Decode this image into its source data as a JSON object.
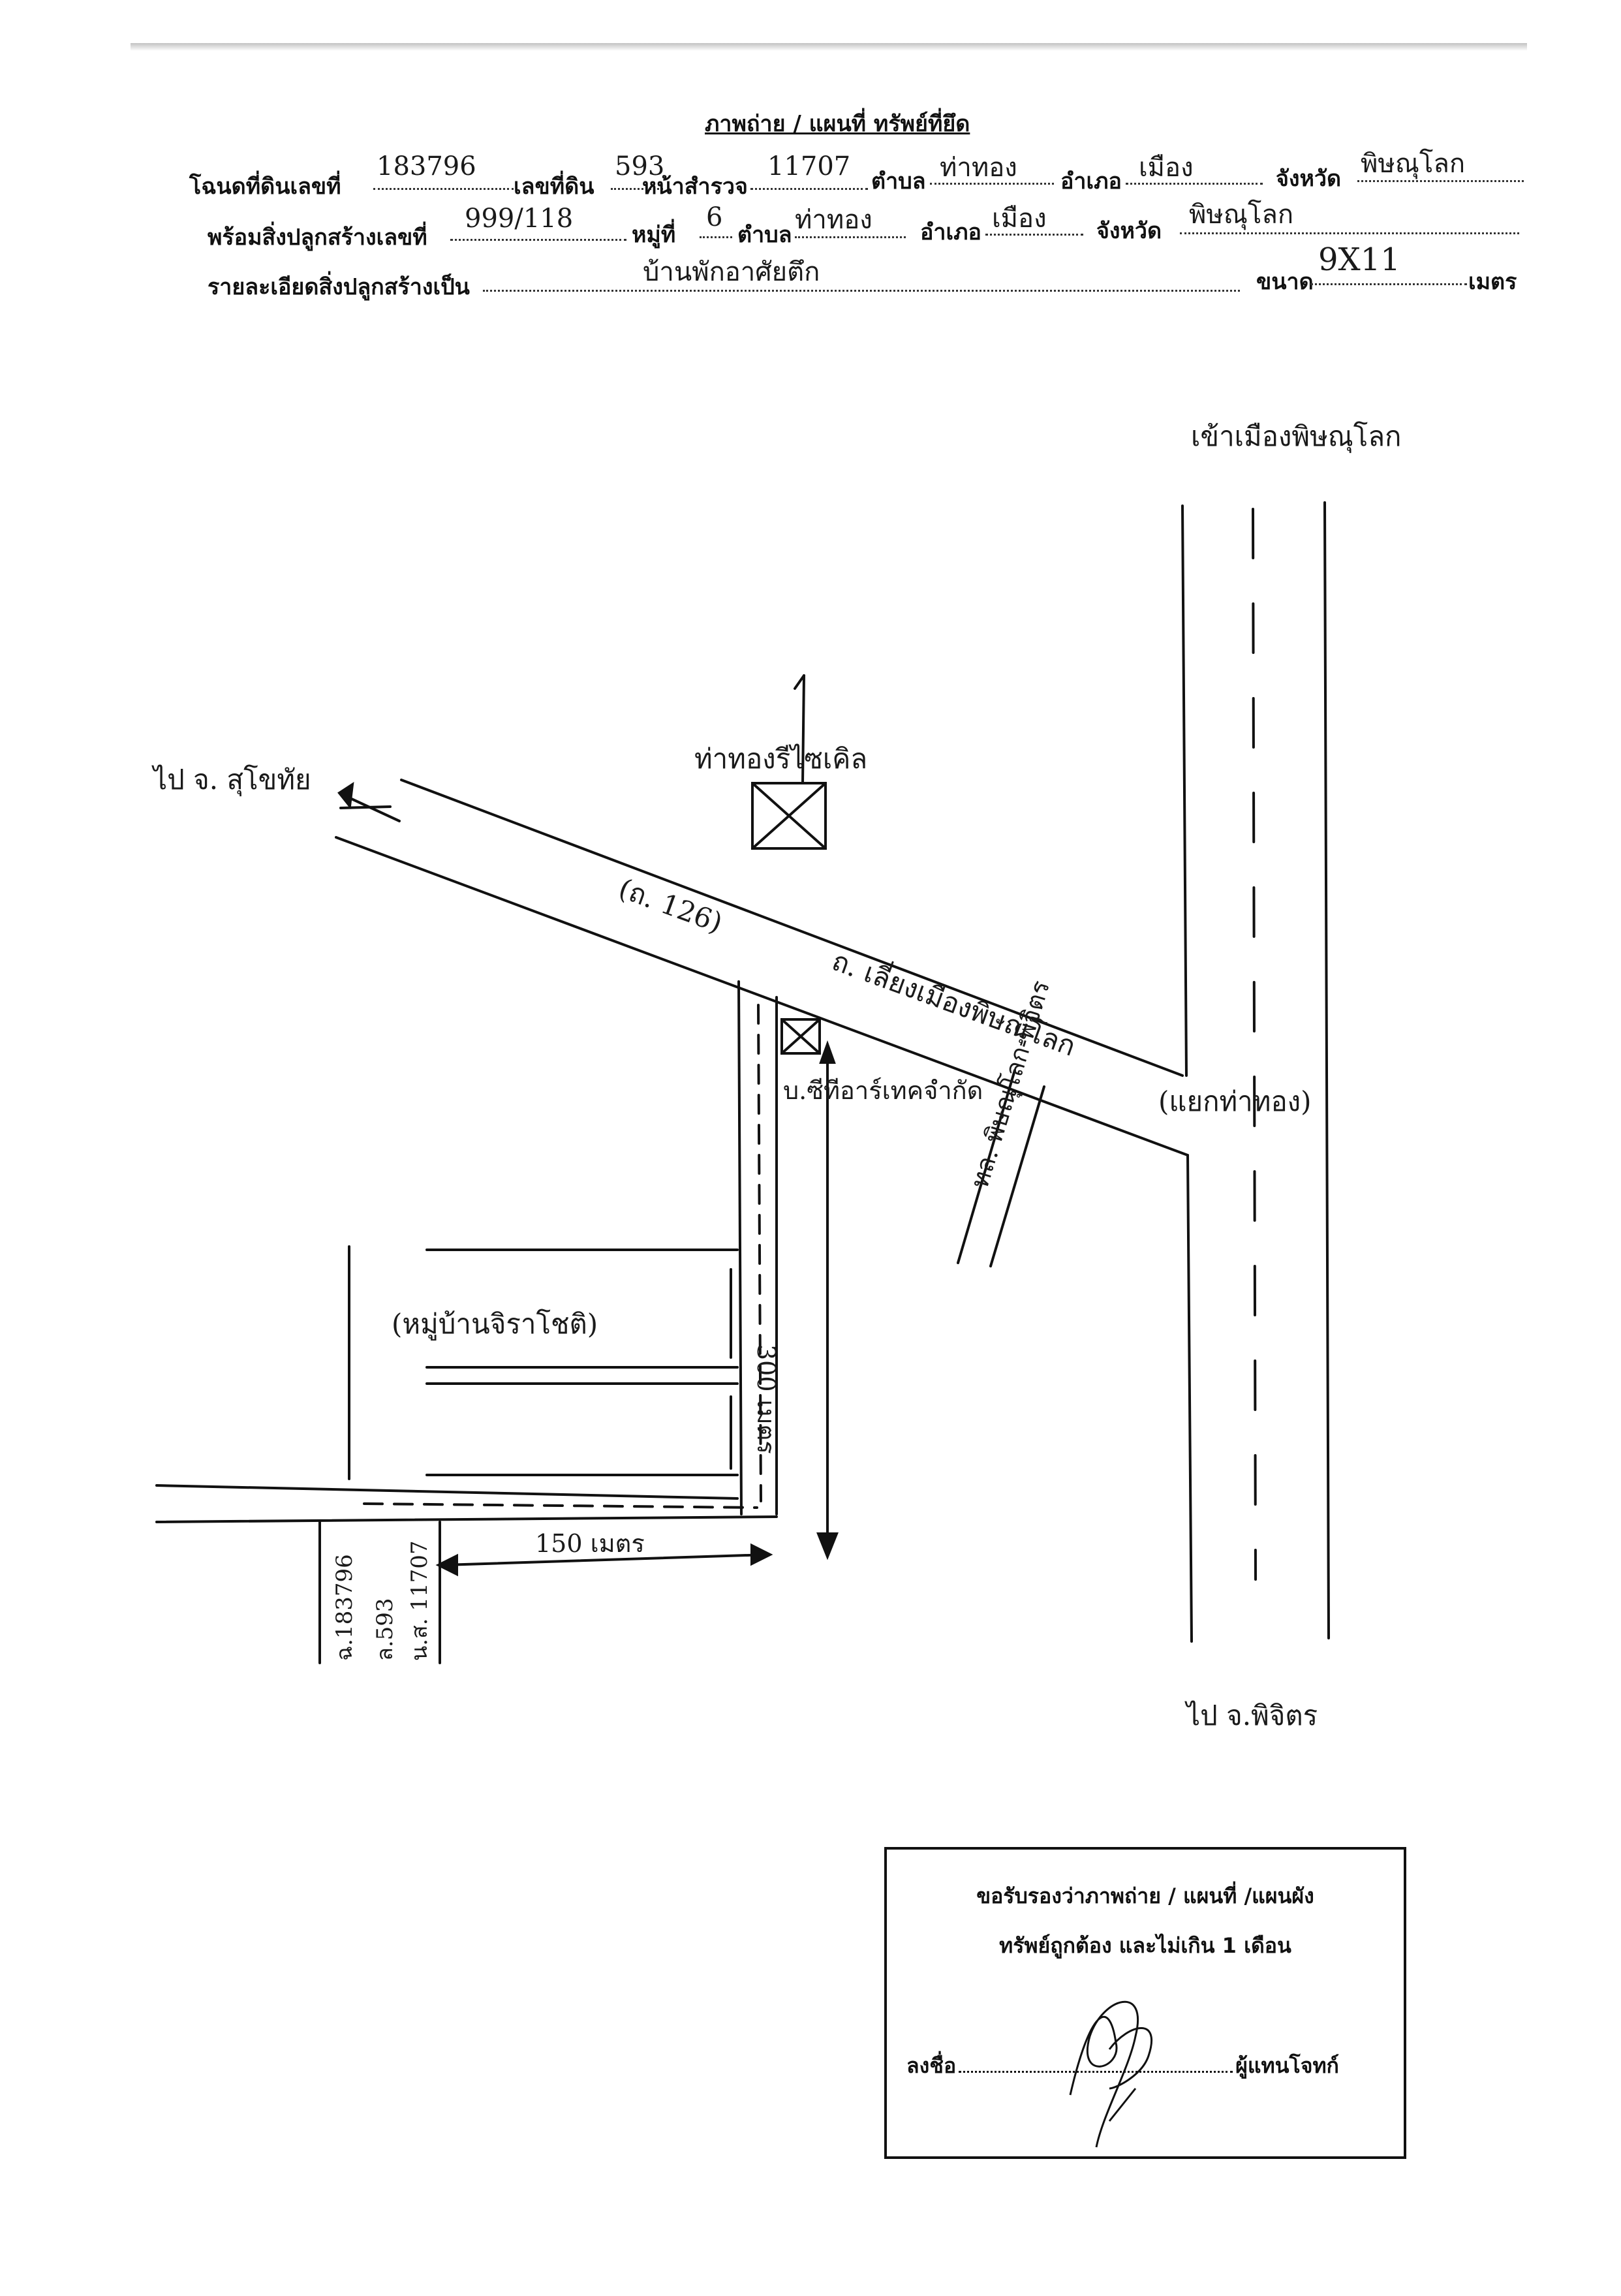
{
  "header": {
    "title": "ภาพถ่าย / แผนที่ ทรัพย์ที่ยึด",
    "row1": {
      "deed_label": "โฉนดที่ดินเลขที่",
      "deed_value": "183796",
      "land_label": "เลขที่ดิน",
      "land_value": "593",
      "survey_label": "หน้าสำรวจ",
      "survey_value": "11707",
      "tambon_label": "ตำบล",
      "tambon_value": "ท่าทอง",
      "amphoe_label": "อำเภอ",
      "amphoe_value": "เมือง",
      "province_label": "จังหวัด",
      "province_value": "พิษณุโลก"
    },
    "row2": {
      "building_label": "พร้อมสิ่งปลูกสร้างเลขที่",
      "building_value": "999/118",
      "moo_label": "หมู่ที่",
      "moo_value": "6",
      "tambon_label": "ตำบล",
      "tambon_value": "ท่าทอง",
      "amphoe_label": "อำเภอ",
      "amphoe_value": "เมือง",
      "province_label": "จังหวัด",
      "province_value": "พิษณุโลก"
    },
    "row3": {
      "detail_label": "รายละเอียดสิ่งปลูกสร้างเป็น",
      "detail_value": "บ้านพักอาศัยตึก",
      "size_label": "ขนาด",
      "size_value": "9X11",
      "unit_label": "เมตร"
    }
  },
  "map": {
    "to_city": "เข้าเมืองพิษณุโลก",
    "to_sukhothai": "ไป จ. สุโขทัย",
    "gas_station": "ท่าทองรีไซเคิล",
    "road_number": "(ถ. 126)",
    "bypass_road": "ถ. เลี่ยงเมืองพิษณุโลก",
    "junction": "(แยกท่าทอง)",
    "company": "บ.ซีทีอาร์เทคจำกัด",
    "highway": "ทล. พิษณุโลก-พิจิตร",
    "village": "(หมู่บ้านจิราโชติ)",
    "dist_300": "300 เมตร",
    "dist_150": "150 เมตร",
    "parcel_deed": "ฉ.183796",
    "parcel_land": "ล.593",
    "parcel_survey": "น.ส. 11707",
    "to_phichit": "ไป จ.พิจิตร"
  },
  "certification": {
    "line1": "ขอรับรองว่าภาพถ่าย / แผนที่ /แผนผัง",
    "line2": "ทรัพย์ถูกต้อง และไม่เกิน 1 เดือน",
    "sign_label": "ลงชื่อ",
    "sign_role": "ผู้แทนโจทก์"
  }
}
